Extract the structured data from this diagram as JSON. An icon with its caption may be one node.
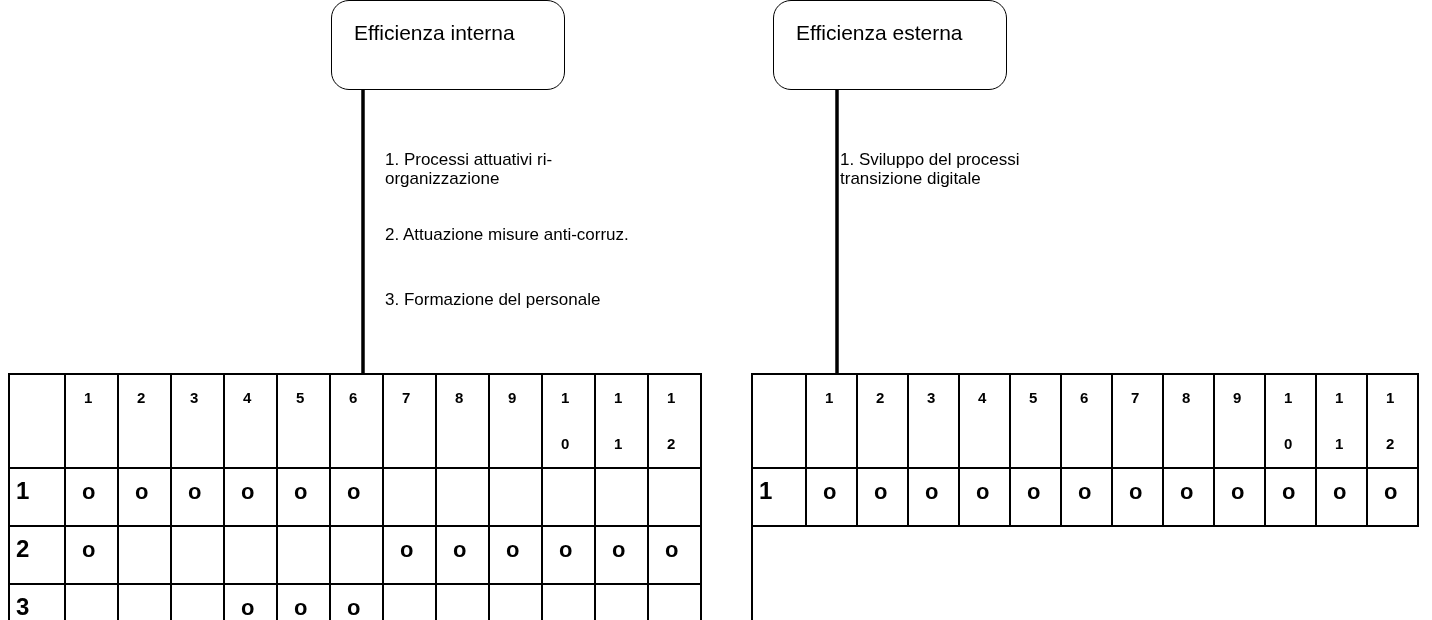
{
  "diagram": {
    "nodes": [
      {
        "text": [
          "Efficienza interna"
        ],
        "beside": [
          "1. Processi attuativi ri-organizzazione",
          "2. Attuazione misure anti-corruz.",
          "3. Formazione del personale"
        ]
      },
      {
        "text": [
          "Efficienza esterna"
        ],
        "beside": [
          "1. Sviluppo del processi transizione digitale"
        ]
      },
      {
        "text": [],
        "shape": "box"
      },
      {
        "text": [],
        "shape": "box"
      }
    ],
    "edges": [
      {
        "from": 0,
        "to": 2,
        "arrow": "none"
      },
      {
        "from": 1,
        "to": 3,
        "arrow": "none"
      }
    ],
    "labels": [
      "1",
      "2",
      "3",
      "4",
      "5",
      "6",
      "7",
      "8",
      "9",
      "10",
      "11",
      "12",
      "1",
      "o",
      "o",
      "o",
      "o",
      "o",
      "o",
      "2",
      "o",
      "o",
      "o",
      "o",
      "o",
      "o",
      "o",
      "3",
      "o",
      "o",
      "o",
      "1",
      "2",
      "3",
      "4",
      "5",
      "6",
      "7",
      "8",
      "9",
      "10",
      "11",
      "12",
      "1",
      "o",
      "o",
      "o",
      "o",
      "o",
      "o",
      "o",
      "o",
      "o",
      "o",
      "o",
      "o"
    ]
  }
}
